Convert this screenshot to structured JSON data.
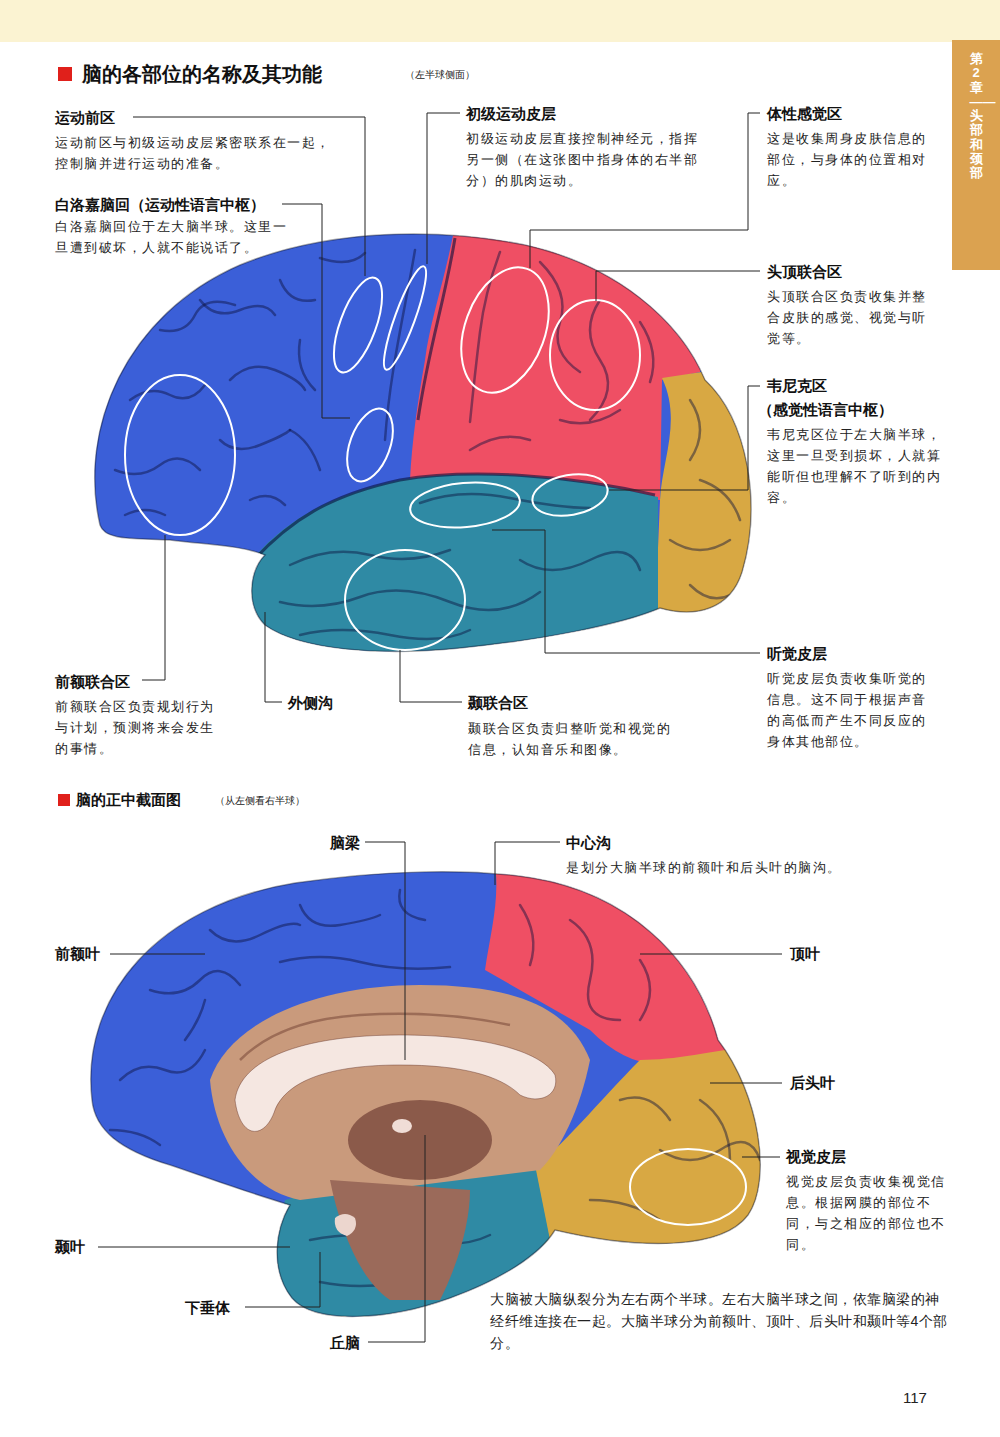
{
  "diagram": {
    "title": "脑的各部位的名称及其功能",
    "caption": "大脑被大脑纵裂分为左右两个半球。左右大脑半球之间，依靠脑梁的神经纤维连接在一起。大脑半球分为前额叶、顶叶、后头叶和颞叶等4个部分。",
    "nodes": [
      {
        "text": [
          "第2章——头部和颈部"
        ]
      }
    ],
    "labels": [
      "（左半球侧面）",
      "运动前区",
      "运动前区与初级运动皮层紧密联系在一起，控制脑并进行运动的准备。",
      "白洛嘉脑回（运动性语言中枢）",
      "白洛嘉脑回位于左大脑半球。这里一旦遭到破坏，人就不能说话了。",
      "初级运动皮层",
      "初级运动皮层直接控制神经元，指挥另一侧（在这张图中指身体的右半部分）的肌肉运动。",
      "体性感觉区",
      "这是收集周身皮肤信息的部位，与身体的位置相对应。",
      "头顶联合区",
      "头顶联合区负责收集并整合皮肤的感觉、视觉与听觉等。",
      "韦尼克区",
      "（感觉性语言中枢）",
      "韦尼克区位于左大脑半球，这里一旦受到损坏，人就算能听但也理解不了听到的内容。",
      "前额联合区",
      "前额联合区负责规划行为与计划，预测将来会发生的事情。",
      "外侧沟",
      "颞联合区",
      "颞联合区负责归整听觉和视觉的信息，认知音乐和图像。",
      "听觉皮层",
      "听觉皮层负责收集听觉的信息。这不同于根据声音的高低而产生不同反应的身体其他部位。",
      "脑的正中截面图",
      "（从左侧看右半球）",
      "脑梁",
      "中心沟",
      "是划分大脑半球的前额叶和后头叶的脑沟。",
      "前额叶",
      "顶叶",
      "后头叶",
      "视觉皮层",
      "视觉皮层负责收集视觉信息。根据网膜的部位不同，与之相应的部位也不同。",
      "颞叶",
      "下垂体",
      "丘脑",
      "117"
    ]
  }
}
